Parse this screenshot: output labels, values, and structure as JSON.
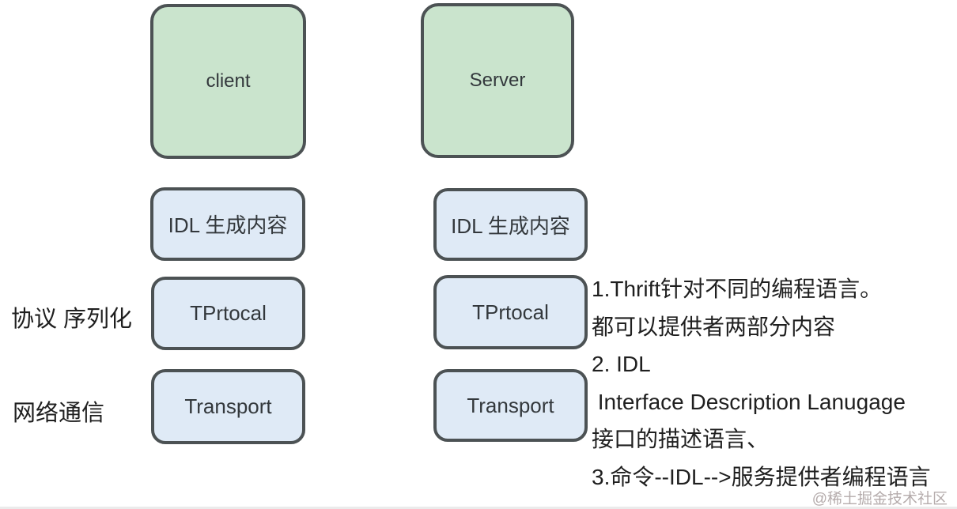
{
  "diagram": {
    "columns": [
      {
        "header": "client",
        "layers": [
          "IDL 生成内容",
          "TPrtocal",
          "Transport"
        ]
      },
      {
        "header": "Server",
        "layers": [
          "IDL 生成内容",
          "TPrtocal",
          "Transport"
        ]
      }
    ],
    "row_labels": {
      "protocol": "协议 序列化",
      "network": "网络通信"
    },
    "notes": {
      "lines": [
        "1.Thrift针对不同的编程语言。",
        "都可以提供者两部分内容",
        "2. IDL",
        " Interface Description Lanugage",
        "接口的描述语言、",
        "3.命令--IDL-->服务提供者编程语言"
      ]
    },
    "watermark": "@稀土掘金技术社区",
    "colors": {
      "node_green": "#cae4cd",
      "node_blue": "#dfeaf6",
      "node_border": "#4c5254",
      "node_text": "#33383c",
      "body_text": "#1f1f1f",
      "watermark_text": "#b5acac"
    }
  }
}
